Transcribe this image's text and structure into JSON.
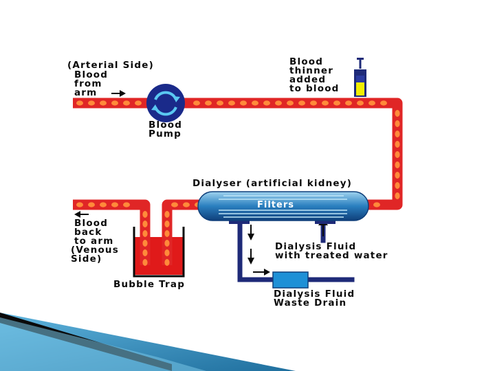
{
  "labels": {
    "arterial_side": "(Arterial Side)",
    "blood_from_arm": "Blood\nfrom\narm",
    "blood_thinner": "Blood\nthinner\nadded\nto blood",
    "blood_pump": "Blood\nPump",
    "dialyser": "Dialyser (artificial kidney)",
    "filters": "Filters",
    "blood_back": "Blood\nback\nto arm",
    "venous_side": "(Venous\nSide)",
    "dialysis_fluid_in": "Dialysis Fluid\nwith treated water",
    "bubble_trap": "Bubble Trap",
    "waste_drain": "Dialysis Fluid\nWaste Drain"
  },
  "colors": {
    "tube": "#e02626",
    "cell": "#ff8a3a",
    "pump": "#1a2a8a",
    "dialyser": "#2a7fbf",
    "fluid_pipe": "#1e2a78",
    "bubble_trap": "#e01a1a",
    "drain_box": "#1e90d6",
    "syringe_fluid": "#f2ee00",
    "syringe_body": "#1e2a78",
    "decor_blue": "#2a8fc0",
    "decor_black": "#0a0a0a"
  },
  "icons": {
    "pump": "circular-arrows-icon",
    "flow_arrows": "arrow-icon",
    "syringe": "syringe-icon"
  }
}
